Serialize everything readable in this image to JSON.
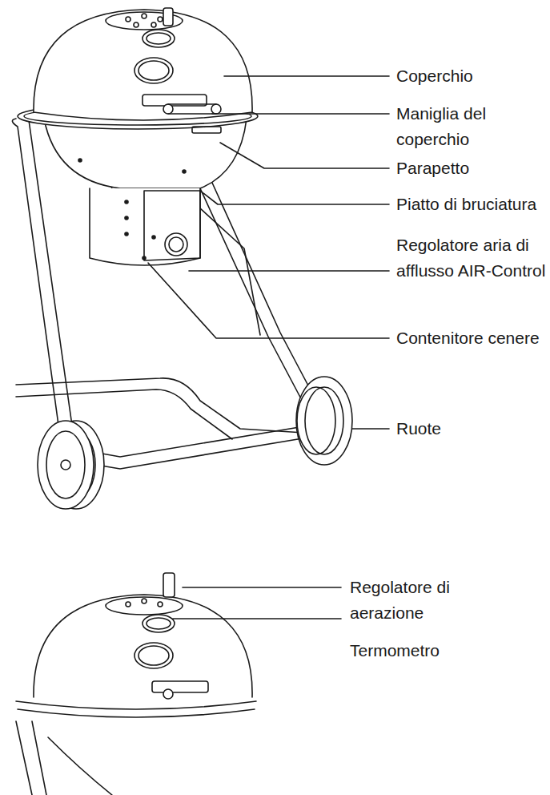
{
  "diagram": {
    "labels": [
      "Coperchio",
      "Maniglia del coperchio",
      "Parapetto",
      "Piatto di bruciatura",
      "Regolatore aria di afflusso AIR-Control",
      "Contenitore cenere",
      "Ruote",
      "Regolatore di aerazione",
      "Termometro"
    ]
  }
}
